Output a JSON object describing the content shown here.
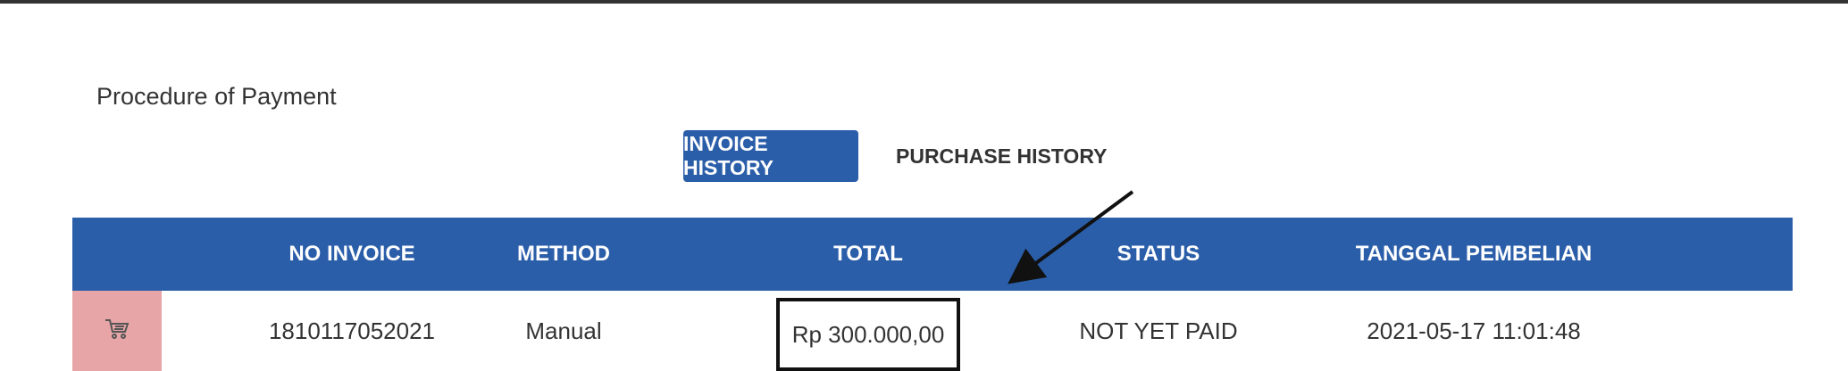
{
  "page": {
    "heading": "Procedure of Payment"
  },
  "tabs": [
    {
      "label": "INVOICE HISTORY",
      "active": true
    },
    {
      "label": "PURCHASE HISTORY",
      "active": false
    }
  ],
  "table": {
    "columns": [
      "NO INVOICE",
      "METHOD",
      "TOTAL",
      "STATUS",
      "TANGGAL PEMBELIAN"
    ],
    "rows": [
      {
        "icon": "cart-icon",
        "no_invoice": "1810117052021",
        "method": "Manual",
        "total": "Rp 300.000,00",
        "status": "NOT YET PAID",
        "tanggal_pembelian": "2021-05-17 11:01:48"
      }
    ]
  },
  "colors": {
    "accent": "#2b5ea9",
    "icon_cell_bg": "#e8a5a8",
    "text": "#333333"
  }
}
